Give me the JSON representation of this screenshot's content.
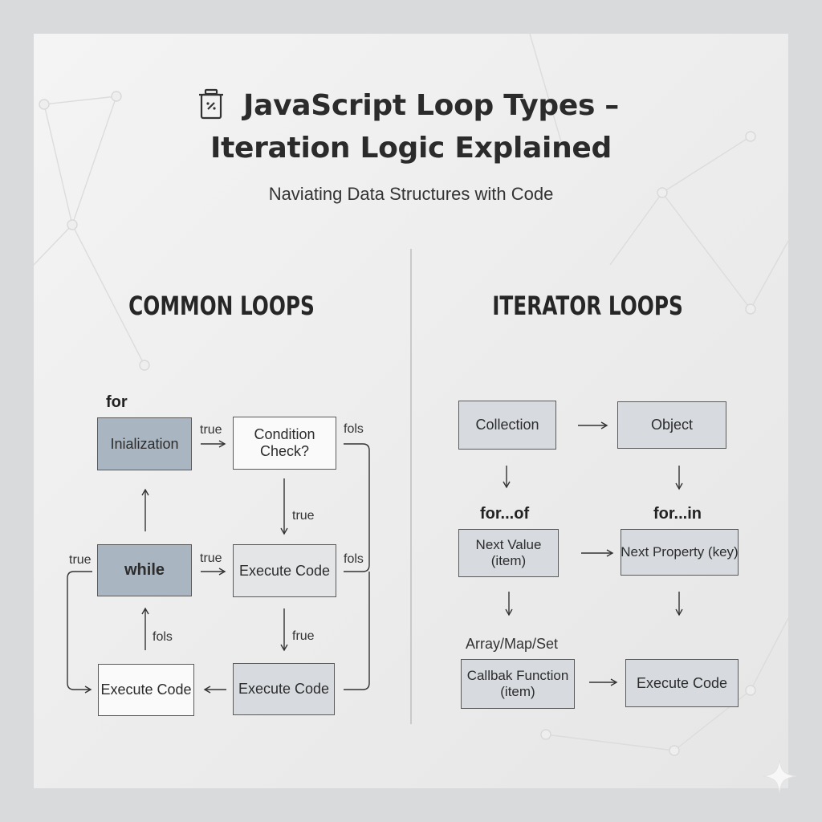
{
  "header": {
    "title_line1": "JavaScript Loop Types –",
    "title_line2": "Iteration Logic Explained",
    "subtitle": "Naviating Data Structures with Code",
    "icon": "trash-can-icon"
  },
  "common": {
    "heading": "COMMON LOOPS",
    "for_label": "for",
    "init_box": "Inialization",
    "condition_box": "Condition\nCheck?",
    "while_box": "while",
    "execute_mid": "Execute Code",
    "execute_bottom_right": "Execute Code",
    "execute_bottom_left": "Execute Code",
    "edge_true_init": "true",
    "edge_fols_top": "fols",
    "edge_true_down1": "true",
    "edge_true_left": "true",
    "edge_true_while": "true",
    "edge_fols_mid": "fols",
    "edge_fols_up": "fols",
    "edge_frue_down2": "frue"
  },
  "iterator": {
    "heading": "ITERATOR LOOPS",
    "collection_box": "Collection",
    "object_box": "Object",
    "forof_label": "for...of",
    "forin_label": "for...in",
    "next_value_box": "Next Value\n(item)",
    "next_property_box": "Next Property (key)",
    "array_label": "Array/Map/Set",
    "callback_box": "Callbak Function\n(item)",
    "execute_box": "Execute Code"
  }
}
